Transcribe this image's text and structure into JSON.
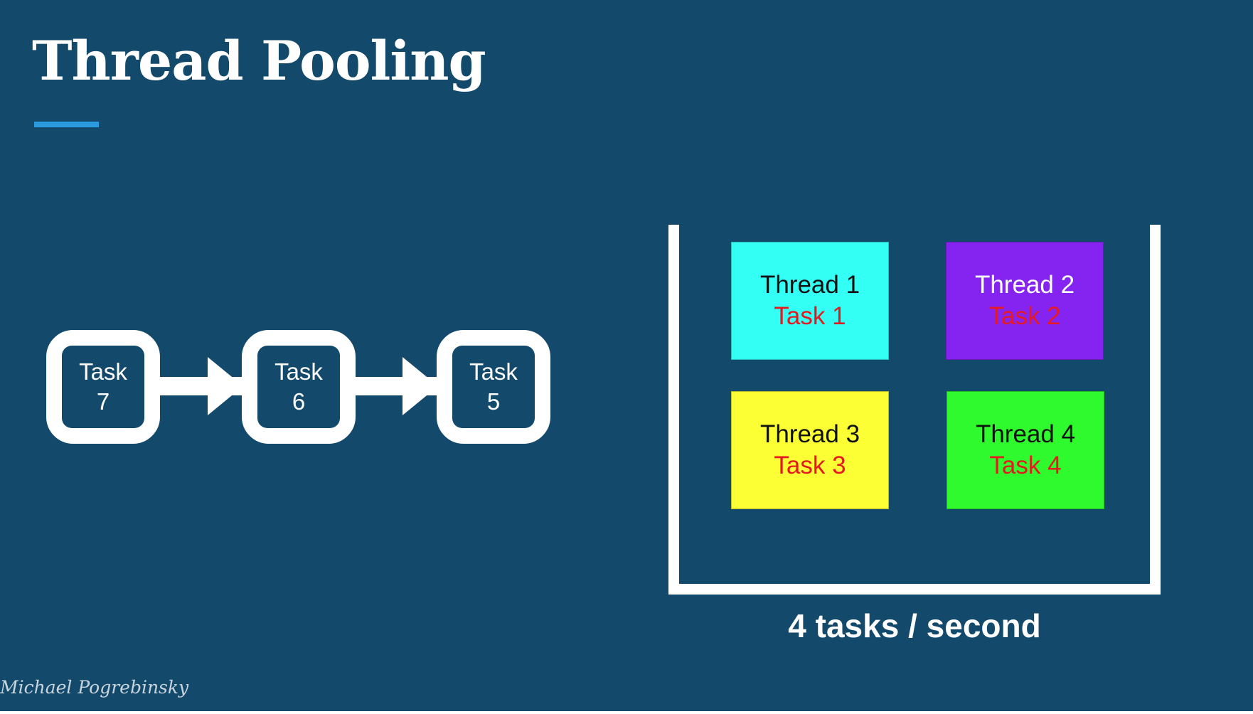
{
  "slide": {
    "title": "Thread Pooling",
    "author": "Michael Pogrebinsky"
  },
  "colors": {
    "background": "#134a6b",
    "accent": "#2b9be0",
    "task_text": "#e6191e"
  },
  "queue": {
    "tasks": [
      {
        "word": "Task",
        "number": "7"
      },
      {
        "word": "Task",
        "number": "6"
      },
      {
        "word": "Task",
        "number": "5"
      }
    ]
  },
  "pool": {
    "threads": [
      {
        "name": "Thread 1",
        "task": "Task 1",
        "color": "#33fff5",
        "name_color": "#111111"
      },
      {
        "name": "Thread 2",
        "task": "Task 2",
        "color": "#8524f0",
        "name_color": "#ffffff"
      },
      {
        "name": "Thread 3",
        "task": "Task 3",
        "color": "#fbff33",
        "name_color": "#111111"
      },
      {
        "name": "Thread 4",
        "task": "Task 4",
        "color": "#2efa2e",
        "name_color": "#111111"
      }
    ],
    "rate_label": "4 tasks / second"
  }
}
